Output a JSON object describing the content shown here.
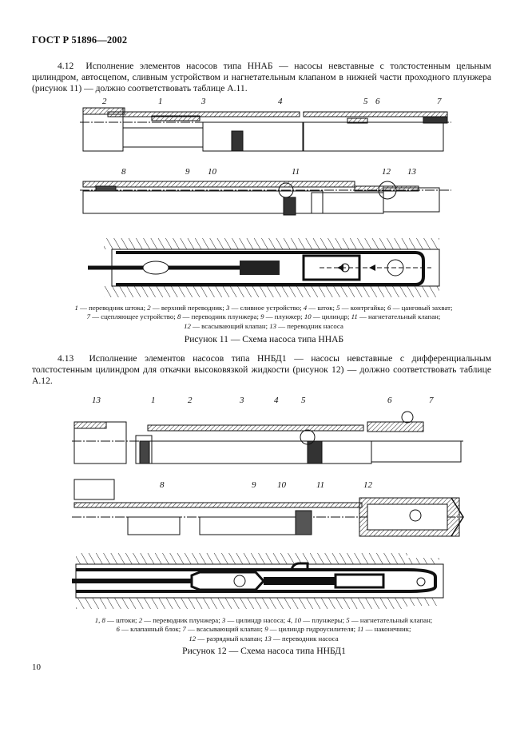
{
  "header": {
    "standard": "ГОСТ Р 51896—2002"
  },
  "section_4_12": {
    "number": "4.12",
    "text": "Исполнение элементов насосов типа ННАБ — насосы невставные с толстостенным цельным цилиндром, автосцепом, сливным устройством и нагнетательным клапаном в нижней части проходного плунжера (рисунок 11) — должно соответствовать таблице А.11."
  },
  "figure_11": {
    "drawing_top_labels": [
      "2",
      "1",
      "3",
      "4",
      "5",
      "6",
      "7"
    ],
    "drawing_middle_labels": [
      "8",
      "9",
      "10",
      "11",
      "12",
      "13"
    ],
    "legend": [
      {
        "n": "1",
        "t": "переводник штока;"
      },
      {
        "n": "2",
        "t": "верхний переводник;"
      },
      {
        "n": "3",
        "t": "сливное устройство;"
      },
      {
        "n": "4",
        "t": "шток;"
      },
      {
        "n": "5",
        "t": "контргайка;"
      },
      {
        "n": "6",
        "t": "цанговый захват;"
      },
      {
        "n": "7",
        "t": "сцепляющее устройство;"
      },
      {
        "n": "8",
        "t": "переводник плунжера;"
      },
      {
        "n": "9",
        "t": "плунжер;"
      },
      {
        "n": "10",
        "t": "цилиндр;"
      },
      {
        "n": "11",
        "t": "нагнетательный клапан;"
      },
      {
        "n": "12",
        "t": "всасывающий клапан;"
      },
      {
        "n": "13",
        "t": "переводник насоса"
      }
    ],
    "caption": "Рисунок 11 — Схема насоса типа ННАБ"
  },
  "section_4_13": {
    "number": "4.13",
    "text": "Исполнение элементов насосов типа ННБД1 — насосы невставные с дифференциальным толстостенным цилиндром для откачки высоковязкой жидкости (рисунок 12) — должно соответствовать таблице А.12."
  },
  "figure_12": {
    "drawing_top_labels": [
      "13",
      "1",
      "2",
      "3",
      "4",
      "5",
      "6",
      "7"
    ],
    "drawing_middle_labels": [
      "8",
      "9",
      "10",
      "11",
      "12"
    ],
    "legend": [
      {
        "n": "1, 8",
        "t": "штоки;"
      },
      {
        "n": "2",
        "t": "переводник плунжера;"
      },
      {
        "n": "3",
        "t": "цилиндр насоса;"
      },
      {
        "n": "4, 10",
        "t": "плунжеры;"
      },
      {
        "n": "5",
        "t": "нагнетательный клапан;"
      },
      {
        "n": "6",
        "t": "клапанный блок;"
      },
      {
        "n": "7",
        "t": "всасывающий клапан;"
      },
      {
        "n": "9",
        "t": "цилиндр гидроусилителя;"
      },
      {
        "n": "11",
        "t": "наконечник;"
      },
      {
        "n": "12",
        "t": "разрядный клапан;"
      },
      {
        "n": "13",
        "t": "переводник насоса"
      }
    ],
    "caption": "Рисунок 12 — Схема насоса типа ННБД1"
  },
  "footer": {
    "page_number": "10"
  }
}
